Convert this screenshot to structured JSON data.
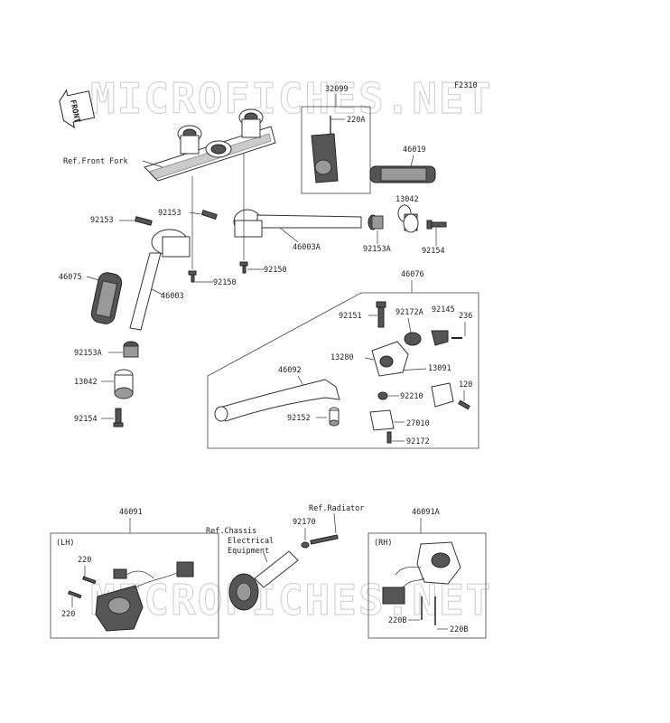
{
  "figure_code": "F2310",
  "watermark": "MICROFICHES.NET",
  "front_arrow": "FRONT",
  "refs": {
    "front_fork": "Ref.Front Fork",
    "radiator": "Ref.Radiator",
    "chassis_line1": "Ref.Chassis",
    "chassis_line2": "Electrical",
    "chassis_line3": "Equipment"
  },
  "box_tags": {
    "lh": "(LH)",
    "rh": "(RH)"
  },
  "parts": {
    "p32099": "32099",
    "p220A": "220A",
    "p46019": "46019",
    "p13042_r": "13042",
    "p92153_l": "92153",
    "p92153_c": "92153",
    "p46003A": "46003A",
    "p92153A_r": "92153A",
    "p92154_r": "92154",
    "p92150_a": "92150",
    "p92150_b": "92150",
    "p46075": "46075",
    "p46003": "46003",
    "p92153A_l": "92153A",
    "p13042_l": "13042",
    "p92154_l": "92154",
    "p46076": "46076",
    "p92151": "92151",
    "p92172A": "92172A",
    "p92145": "92145",
    "p236": "236",
    "p13280": "13280",
    "p13091": "13091",
    "p46092": "46092",
    "p120": "120",
    "p92210": "92210",
    "p92152": "92152",
    "p27010": "27010",
    "p92172": "92172",
    "p46091": "46091",
    "p92170": "92170",
    "p46091A": "46091A",
    "p220_a": "220",
    "p220_b": "220",
    "p220B_a": "220B",
    "p220B_b": "220B"
  }
}
